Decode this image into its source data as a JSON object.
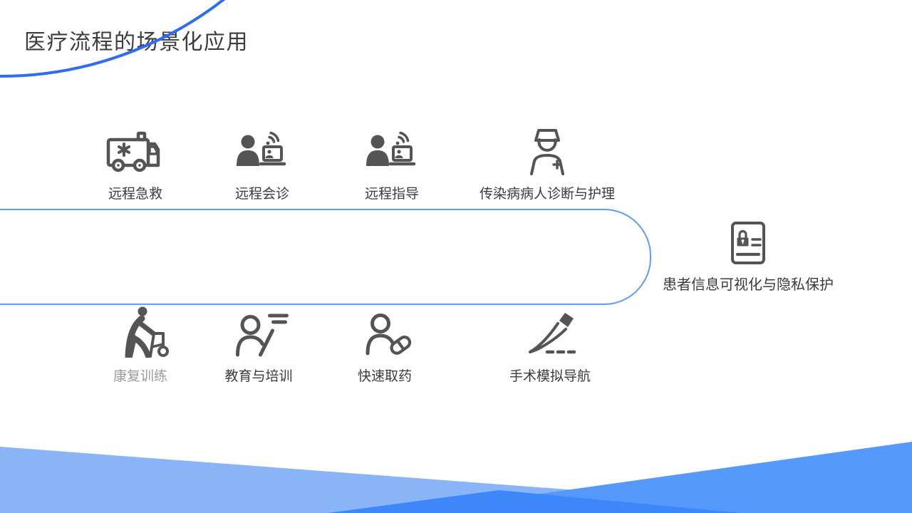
{
  "slide": {
    "title": "医疗流程的场景化应用"
  },
  "colors": {
    "accent_curve": "#2e6cf3",
    "capsule_border": "#5e9cf8",
    "icon": "#545454",
    "label": "#3b3b3b",
    "label_muted": "#9b9b9b",
    "footer_light": "#8ab4f8",
    "footer_medium": "#5599fa",
    "footer_deep": "#3d87fb"
  },
  "items": {
    "row1": [
      {
        "label": "远程急救",
        "icon": "ambulance-icon"
      },
      {
        "label": "远程会诊",
        "icon": "telemedicine-person-icon"
      },
      {
        "label": "远程指导",
        "icon": "telemedicine-person-icon"
      },
      {
        "label": "传染病病人诊断与护理",
        "icon": "nurse-icon"
      }
    ],
    "row2": [
      {
        "label": "康复训练",
        "icon": "elder-walker-icon"
      },
      {
        "label": "教育与培训",
        "icon": "education-icon"
      },
      {
        "label": "快速取药",
        "icon": "medicine-pickup-icon"
      },
      {
        "label": "手术模拟导航",
        "icon": "scalpel-icon"
      }
    ],
    "side": {
      "label": "患者信息可视化与隐私保护",
      "icon": "patient-record-lock-icon"
    }
  }
}
